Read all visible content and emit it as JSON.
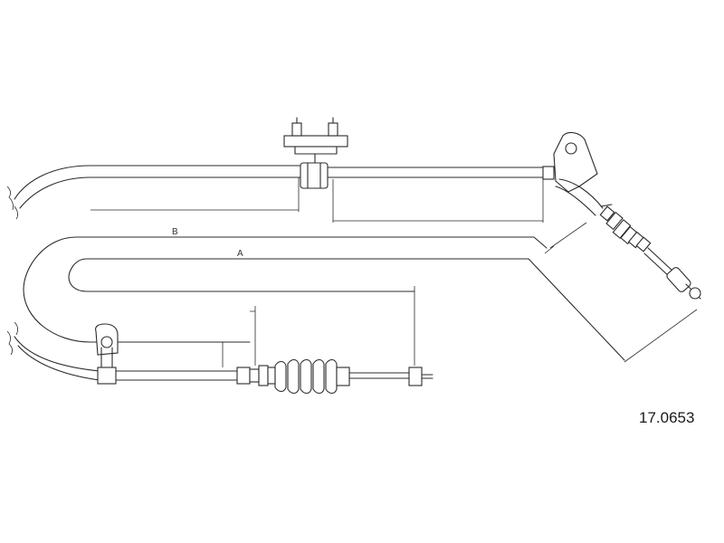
{
  "diagram": {
    "part_number": "17.0653",
    "dimension_labels": {
      "a": "A",
      "b": "B"
    },
    "line_color": "#2b2b2b",
    "background_color": "#ffffff"
  }
}
